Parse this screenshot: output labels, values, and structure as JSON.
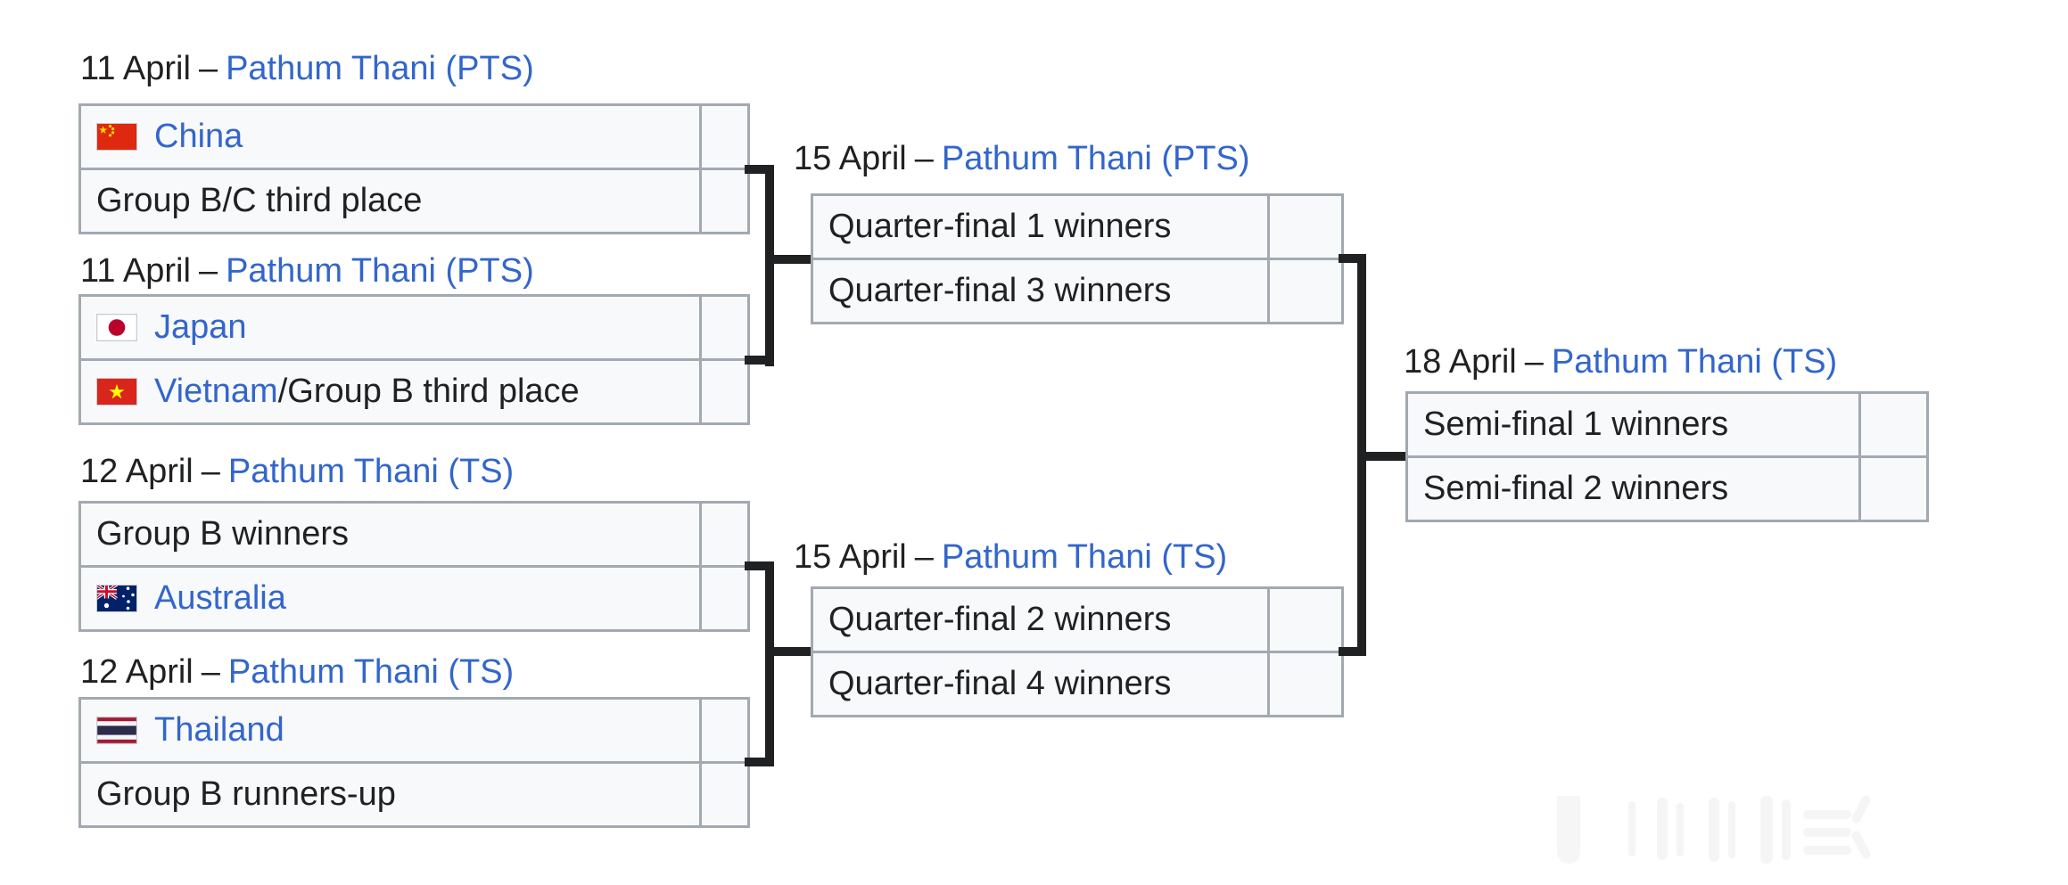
{
  "separator": "–",
  "colors": {
    "link_blue": "#3366cc",
    "text_black": "#202122",
    "cell_background": "#f8f9fa",
    "table_border_gray": "#a2a9b1",
    "connector_black": "#202122",
    "page_background": "#ffffff"
  },
  "matches": {
    "qf1": {
      "date": "11 April",
      "venue": "Pathum Thani (PTS)",
      "team1": "China",
      "team1_flag": "china-flag",
      "score1": "",
      "team2": "Group B/C third place",
      "score2": ""
    },
    "qf2": {
      "date": "11 April",
      "venue": "Pathum Thani (PTS)",
      "team1": "Japan",
      "team1_flag": "japan-flag",
      "score1": "",
      "team2": "Vietnam",
      "team2_flag": "vietnam-flag",
      "team2_suffix": "/Group B third place",
      "score2": ""
    },
    "qf3": {
      "date": "12 April",
      "venue": "Pathum Thani (TS)",
      "team1": "Group B winners",
      "score1": "",
      "team2": "Australia",
      "team2_flag": "australia-flag",
      "score2": ""
    },
    "qf4": {
      "date": "12 April",
      "venue": "Pathum Thani (TS)",
      "team1": "Thailand",
      "team1_flag": "thailand-flag",
      "score1": "",
      "team2": "Group B runners-up",
      "score2": ""
    },
    "sf1": {
      "date": "15 April",
      "venue": "Pathum Thani (PTS)",
      "team1": "Quarter-final 1 winners",
      "score1": "",
      "team2": "Quarter-final 3 winners",
      "score2": ""
    },
    "sf2": {
      "date": "15 April",
      "venue": "Pathum Thani (TS)",
      "team1": "Quarter-final 2 winners",
      "score1": "",
      "team2": "Quarter-final 4 winners",
      "score2": ""
    },
    "final": {
      "date": "18 April",
      "venue": "Pathum Thani (TS)",
      "team1": "Semi-final 1 winners",
      "score1": "",
      "team2": "Semi-final 2 winners",
      "score2": ""
    }
  },
  "icons": {
    "flags": [
      "china-flag",
      "japan-flag",
      "vietnam-flag",
      "australia-flag",
      "thailand-flag"
    ]
  },
  "watermark": "faint illegible glyphs"
}
